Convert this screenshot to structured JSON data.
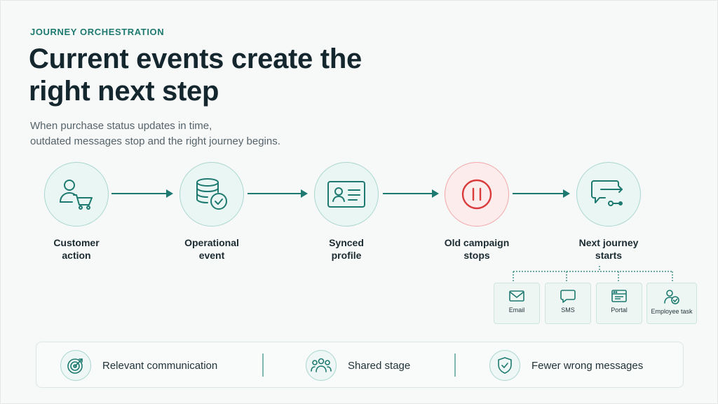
{
  "header": {
    "eyebrow": "JOURNEY ORCHESTRATION",
    "title": "Current events create the right next step",
    "subtitle_line1": "When purchase status updates in time,",
    "subtitle_line2": "outdated messages stop and the right journey begins."
  },
  "steps": [
    {
      "line1": "Customer",
      "line2": "action",
      "icon": "customer-cart-icon"
    },
    {
      "line1": "Operational",
      "line2": "event",
      "icon": "database-check-icon"
    },
    {
      "line1": "Synced",
      "line2": "profile",
      "icon": "profile-card-icon"
    },
    {
      "line1": "Old campaign",
      "line2": "stops",
      "icon": "pause-icon"
    },
    {
      "line1": "Next journey",
      "line2": "starts",
      "icon": "journey-branch-icon"
    }
  ],
  "channels": [
    {
      "label": "Email",
      "icon": "email-icon"
    },
    {
      "label": "SMS",
      "icon": "sms-icon"
    },
    {
      "label": "Portal",
      "icon": "portal-icon"
    },
    {
      "label": "Employee task",
      "icon": "employee-task-icon"
    }
  ],
  "benefits": [
    {
      "label": "Relevant communication",
      "icon": "target-icon"
    },
    {
      "label": "Shared stage",
      "icon": "people-icon"
    },
    {
      "label": "Fewer wrong messages",
      "icon": "shield-check-icon"
    }
  ],
  "colors": {
    "accent": "#1e7a70",
    "circle_fill": "#eaf6f3",
    "stop_red": "#d93b3b",
    "headline": "#14272e"
  }
}
